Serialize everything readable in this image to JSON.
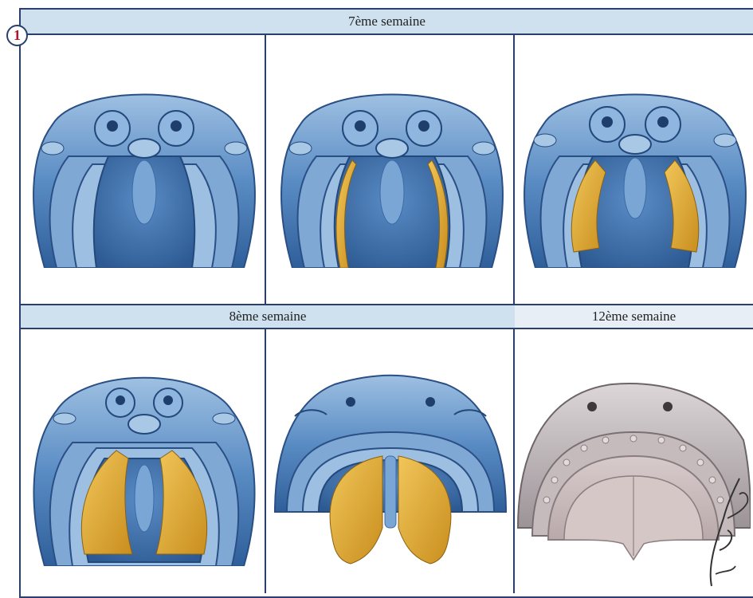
{
  "figure_number": "1",
  "rows": {
    "top_label": "7ème semaine",
    "bottom_left_label": "8ème semaine",
    "bottom_right_label": "12ème semaine"
  },
  "colors": {
    "frame": "#2a3f6e",
    "band": "#cfe0ee",
    "tissue_blue": "#4f80b8",
    "tissue_light": "#a9c8e6",
    "palatal_shelf": "#e6b13c",
    "adult_palate": "#c9bcbc",
    "badge_number": "#b0182a"
  },
  "signature": "Ph. Plateau"
}
